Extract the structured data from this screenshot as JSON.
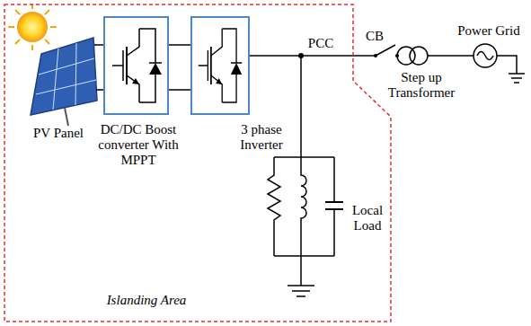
{
  "diagram": {
    "nodes": [
      {
        "text": [
          "Islanding Area"
        ]
      },
      {
        "text": [
          "DC/DC Boost converter With MPPT"
        ],
        "in": 0
      },
      {
        "text": [
          "3 phase Inverter"
        ],
        "in": 0
      }
    ],
    "edges": [
      {
        "from": 1,
        "to": 2,
        "arrow": "none"
      }
    ],
    "labels": [
      "PV Panel",
      "PCC",
      "CB",
      "Step up Transformer",
      "Power Grid",
      "Local Load"
    ]
  }
}
